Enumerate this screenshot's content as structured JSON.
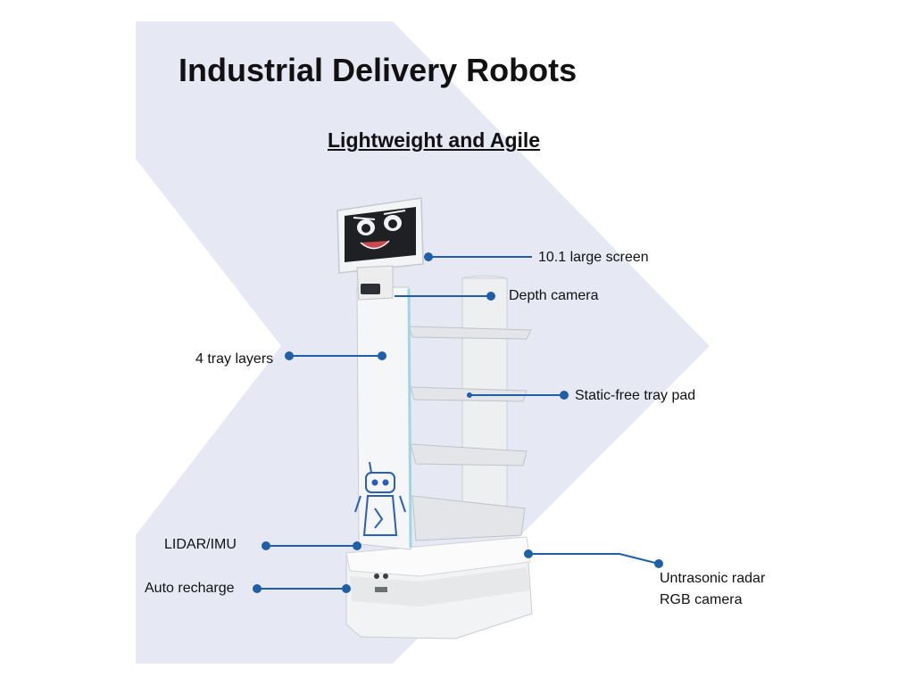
{
  "title": "Industrial Delivery Robots",
  "subtitle": "Lightweight and Agile",
  "callouts": {
    "screen": "10.1 large screen",
    "depth_camera": "Depth camera",
    "tray_layers": "4 tray layers",
    "tray_pad": "Static-free tray pad",
    "lidar": "LIDAR/IMU",
    "recharge": "Auto recharge",
    "radar": "Untrasonic radar",
    "rgb_camera": "RGB camera"
  },
  "colors": {
    "background_shape": "#e6e9f4",
    "callout_line": "#1f5fa8",
    "robot_body": "#f1f2f3",
    "robot_accent": "#2b5eb5"
  }
}
